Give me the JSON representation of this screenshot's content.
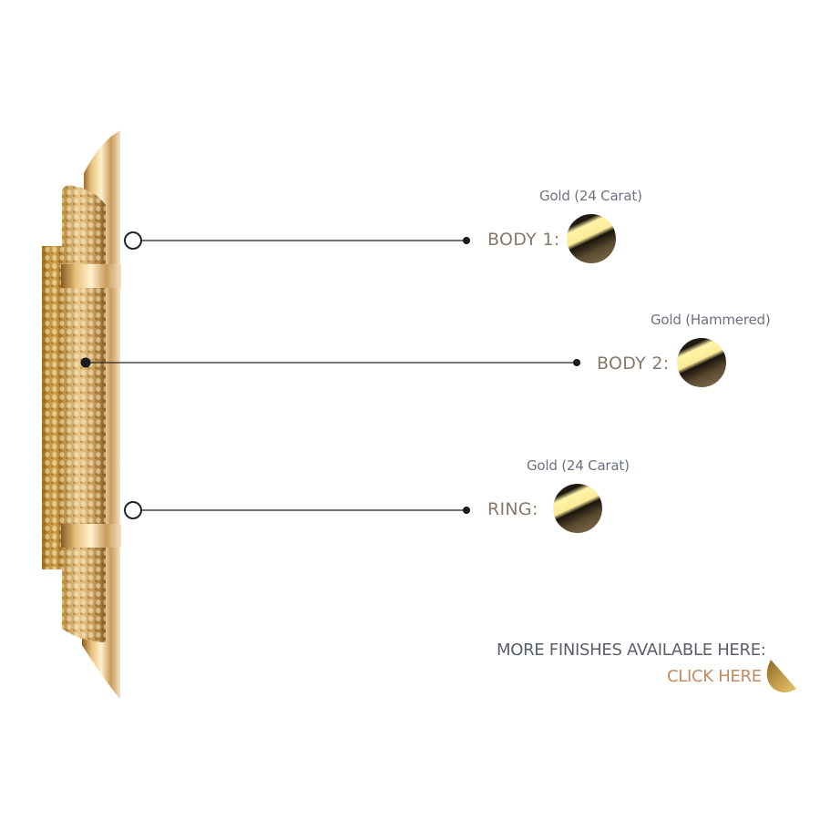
{
  "parts": [
    {
      "label": "BODY 1:",
      "finish": "Gold (24 Carat)"
    },
    {
      "label": "BODY 2:",
      "finish": "Gold (Hammered)"
    },
    {
      "label": "RING:",
      "finish": "Gold (24 Carat)"
    }
  ],
  "more_finishes": "MORE FINISHES AVAILABLE HERE:",
  "click_here": "CLICK HERE",
  "colors": {
    "gold": "#c9a24a",
    "line": "#222222"
  }
}
